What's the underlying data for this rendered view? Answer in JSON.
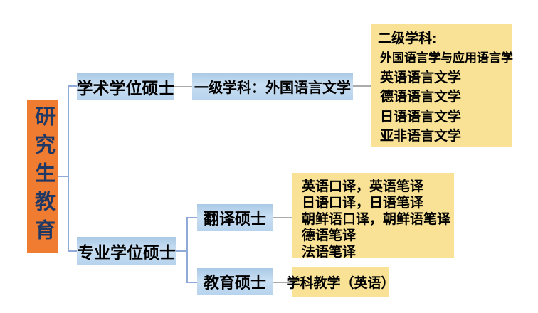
{
  "root": {
    "label": "研究生教育"
  },
  "academic": {
    "label": "学术学位硕士",
    "discipline_label": "一级学科：外国语言文学",
    "sub_heading": "二级学科:",
    "sub_items": [
      "外国语言学与应用语言学",
      "英语语言文学",
      "德语语言文学",
      "日语语言文学",
      "亚非语言文学"
    ]
  },
  "professional": {
    "label": "专业学位硕士",
    "translation": {
      "label": "翻译硕士",
      "programs": [
        "英语口译，英语笔译",
        "日语口译，日语笔译",
        "朝鲜语口译，朝鲜语笔译",
        "德语笔译",
        "法语笔译"
      ]
    },
    "education": {
      "label": "教育硕士",
      "programs": [
        "学科教学（英语）"
      ]
    }
  },
  "colors": {
    "root_fill": "#EF7C30",
    "root_text": "#1F3864",
    "branch_fill": "#BDD7EE",
    "leaf_fill": "#F9E295",
    "tree_line": "#8FA9D8",
    "link_line": "#ABABAB"
  }
}
